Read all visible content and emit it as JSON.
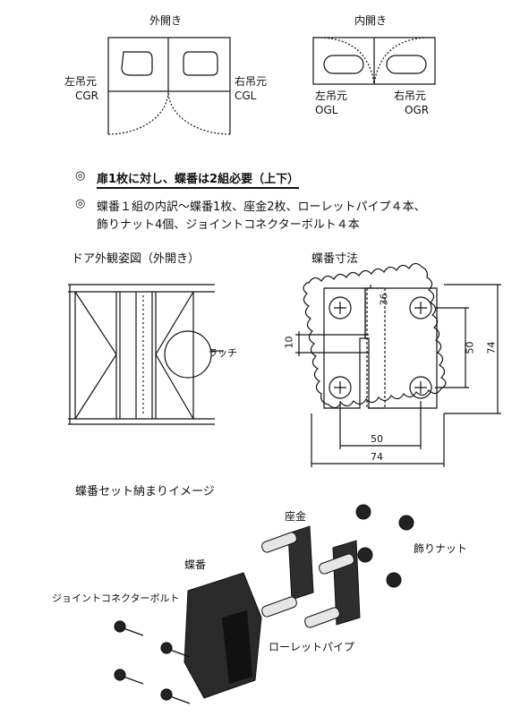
{
  "swing": {
    "outward": {
      "heading": "外開き",
      "left_label": "左吊元",
      "left_code": "CGR",
      "right_label": "右吊元",
      "right_code": "CGL"
    },
    "inward": {
      "heading": "内開き",
      "left_label": "左吊元",
      "left_code": "OGL",
      "right_label": "右吊元",
      "right_code": "OGR"
    }
  },
  "notes": {
    "bullet": "◎",
    "note1": "扉1枚に対し、蝶番は2組必要（上下）",
    "note2_line1": "蝶番１組の内訳～蝶番1枚、座金2枚、ローレットパイプ４本、",
    "note2_line2": "飾りナット4個、ジョイントコネクターボルト４本"
  },
  "elevation": {
    "title": "ドア外観姿図（外開き）",
    "latch_label": "ラッチ"
  },
  "dimensions": {
    "title": "蝶番寸法",
    "dim_10": "10",
    "dim_36": "36",
    "dim_50_v": "50",
    "dim_74_v": "74",
    "dim_50_h": "50",
    "dim_74_h": "74"
  },
  "assembly": {
    "title": "蝶番セット納まりイメージ",
    "washer": "座金",
    "hinge": "蝶番",
    "cap_nut": "飾りナット",
    "bolt": "ジョイントコネクターボルト",
    "pipe": "ローレットパイプ"
  }
}
